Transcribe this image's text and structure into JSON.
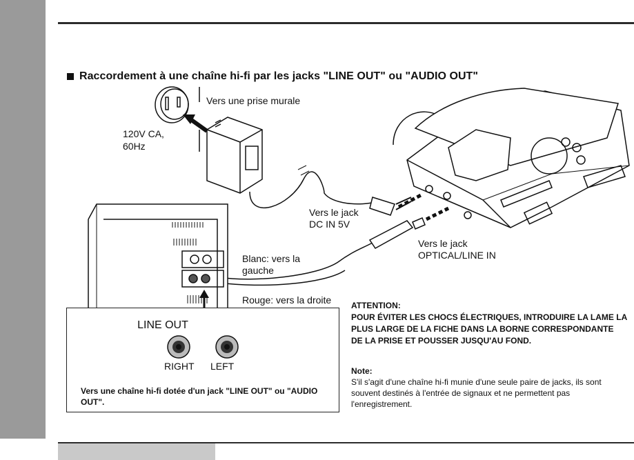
{
  "heading": "Raccordement à une chaîne hi-fi par les jacks \"LINE OUT\" ou \"AUDIO OUT\"",
  "labels": {
    "wall_outlet": "Vers une prise murale",
    "voltage_line1": "120V CA,",
    "voltage_line2": "60Hz",
    "dc_jack_line1": "Vers le jack",
    "dc_jack_line2": "DC IN 5V",
    "optical_line1": "Vers le jack",
    "optical_line2": "OPTICAL/LINE IN",
    "white_line1": "Blanc: vers la",
    "white_line2": "gauche",
    "red": "Rouge: vers la droite"
  },
  "callout": {
    "title": "LINE OUT",
    "right": "RIGHT",
    "left": "LEFT",
    "text": "Vers une chaîne hi-fi dotée d'un jack \"LINE OUT\" ou \"AUDIO OUT\"."
  },
  "attention": {
    "title": "ATTENTION:",
    "body": "POUR ÉVITER LES CHOCS ÉLECTRIQUES, INTRODUIRE LA LAME LA PLUS LARGE DE LA FICHE DANS LA BORNE CORRESPONDANTE DE LA PRISE ET POUSSER JUSQU'AU FOND."
  },
  "note": {
    "title": "Note:",
    "body": "S'il s'agit d'une chaîne hi-fi munie d'une seule paire de jacks, ils sont souvent destinés à l'entrée de signaux et ne permettent pas l'enregistrement."
  },
  "colors": {
    "side_tab": "#9a9a9a",
    "footer_tab": "#c9c9c9",
    "rule": "#2b2b2b"
  }
}
